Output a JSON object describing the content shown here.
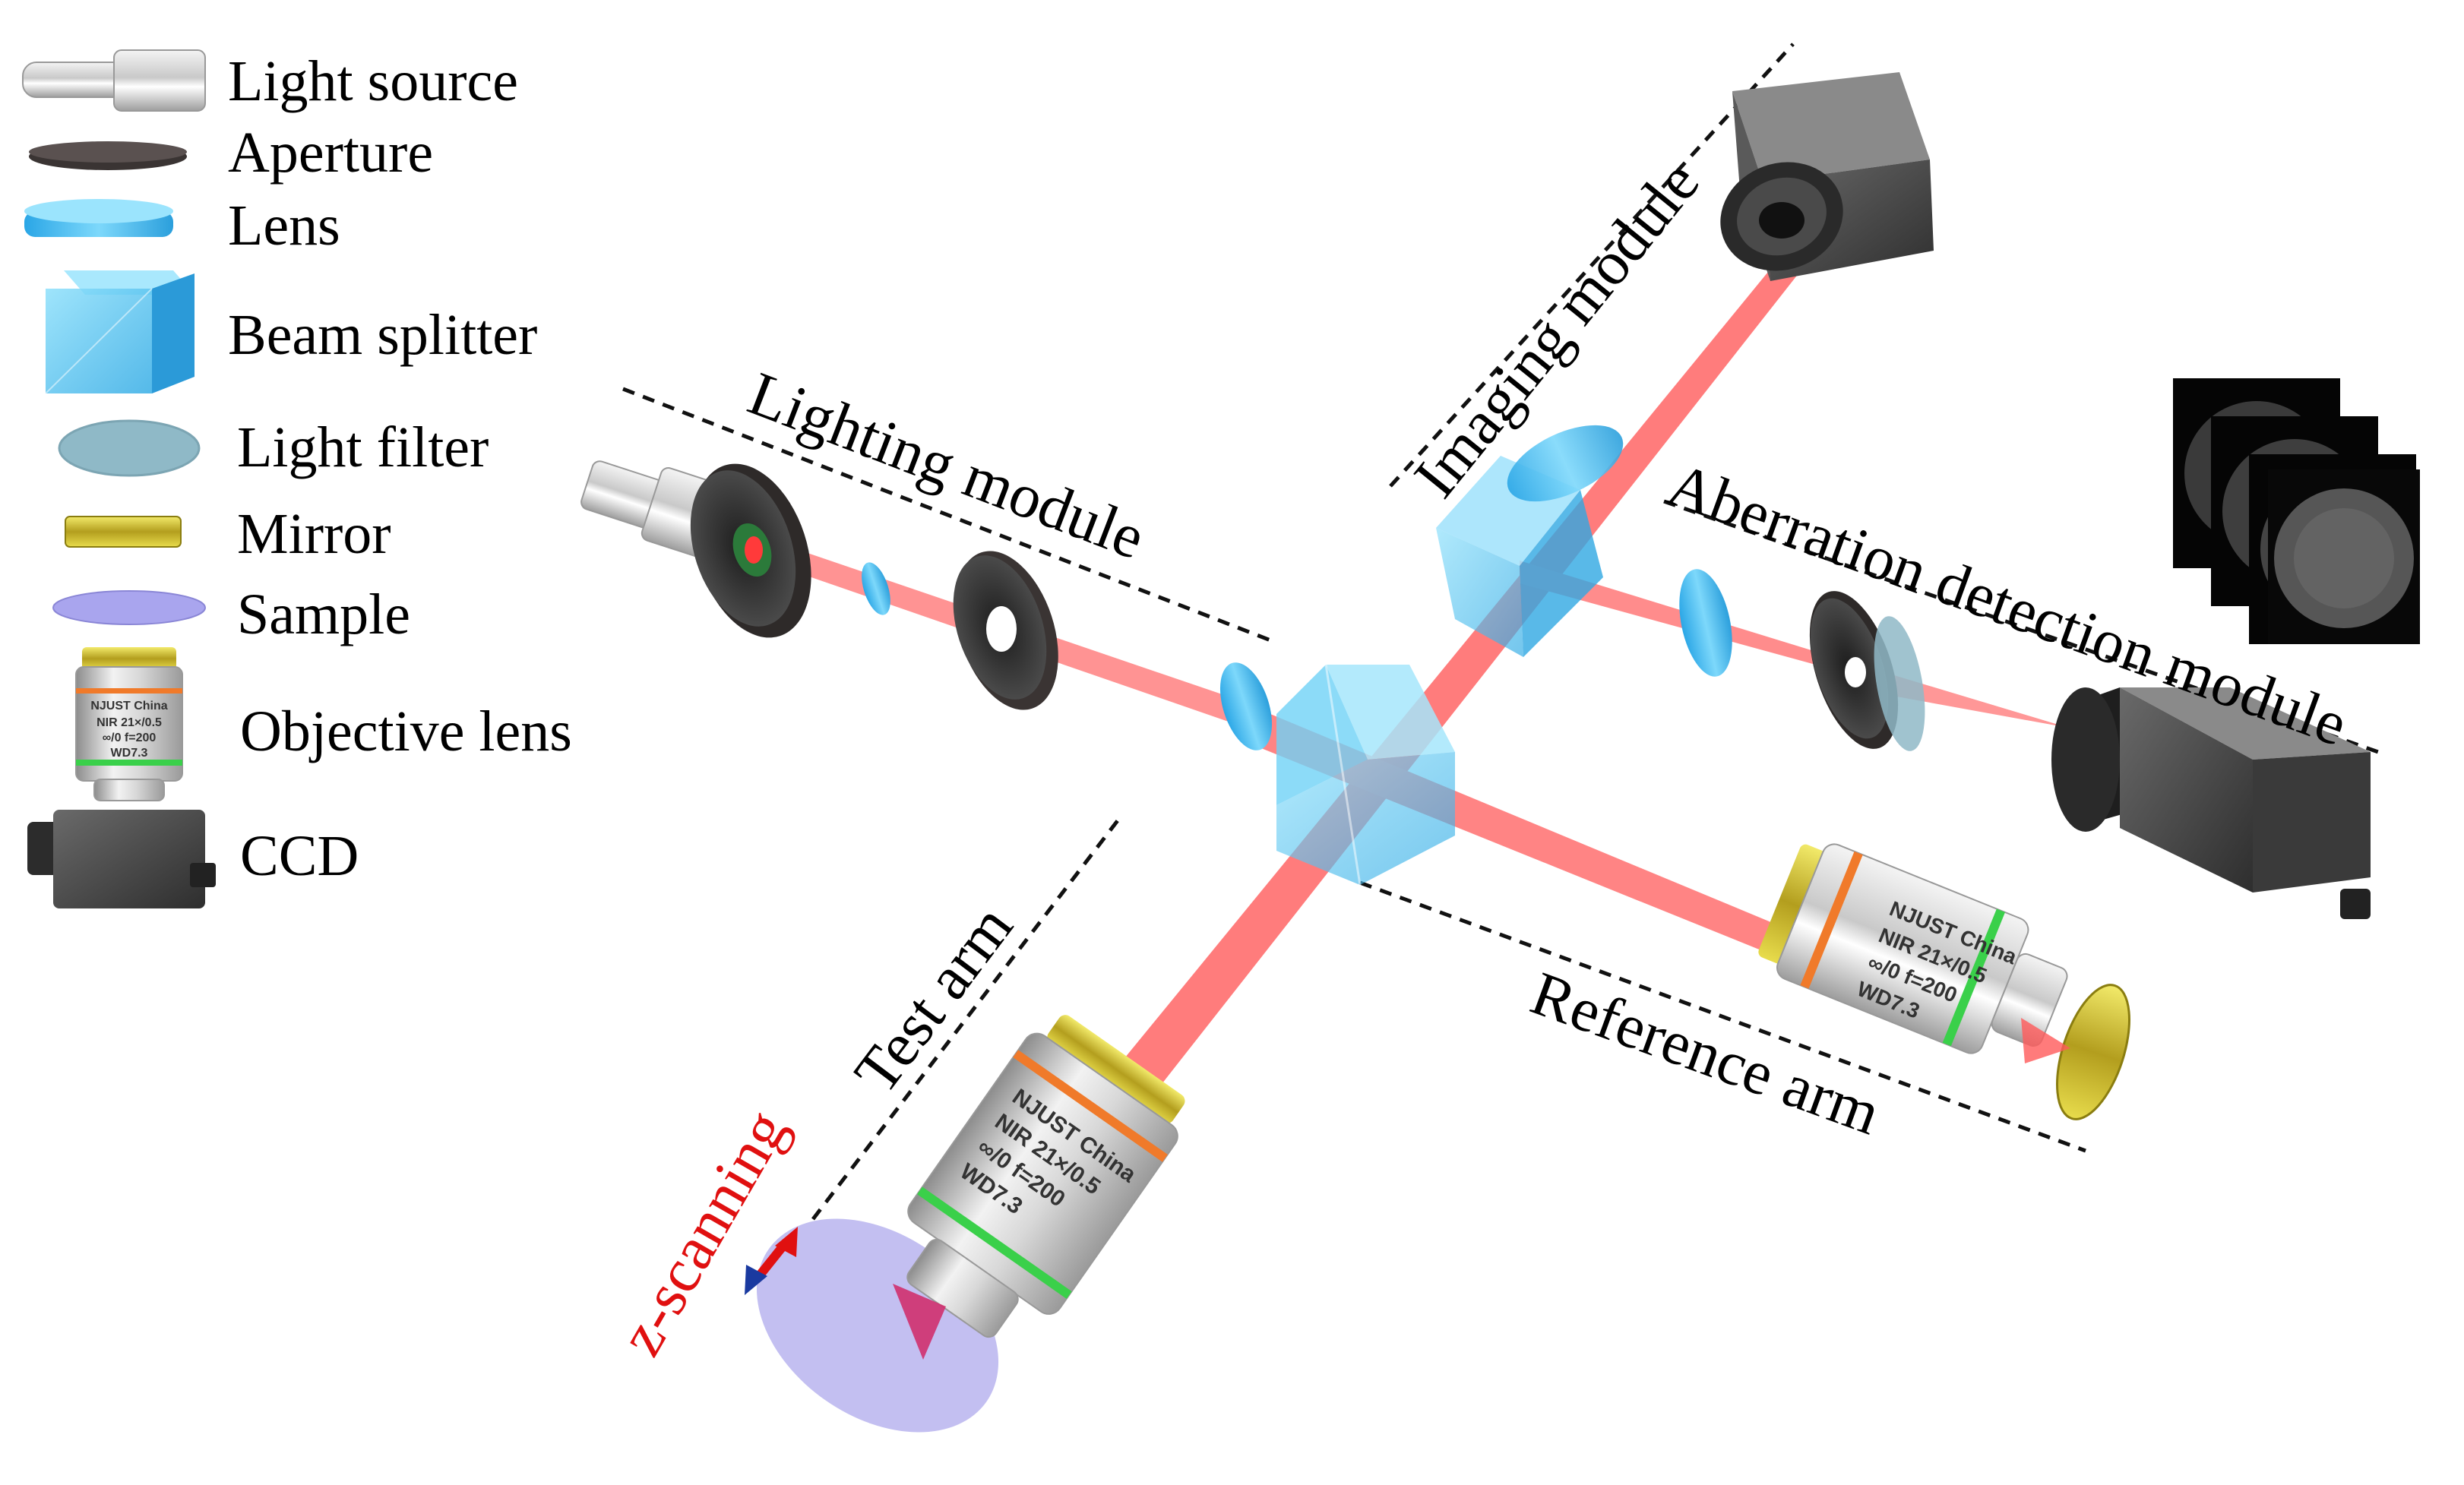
{
  "legend": {
    "items": [
      {
        "key": "light_source",
        "label": "Light source",
        "icon": "light-source-icon"
      },
      {
        "key": "aperture",
        "label": "Aperture",
        "icon": "aperture-icon"
      },
      {
        "key": "lens",
        "label": "Lens",
        "icon": "lens-icon"
      },
      {
        "key": "beam_splitter",
        "label": "Beam splitter",
        "icon": "beam-splitter-icon"
      },
      {
        "key": "light_filter",
        "label": "Light filter",
        "icon": "light-filter-icon"
      },
      {
        "key": "mirror",
        "label": "Mirror",
        "icon": "mirror-icon"
      },
      {
        "key": "sample",
        "label": "Sample",
        "icon": "sample-icon"
      },
      {
        "key": "objective_lens",
        "label": "Objective lens",
        "icon": "objective-lens-icon"
      },
      {
        "key": "ccd",
        "label": "CCD",
        "icon": "ccd-camera-icon"
      }
    ]
  },
  "modules": {
    "lighting": "Lighting module",
    "imaging": "Imaging module",
    "aberration": "Aberration detection module",
    "test_arm": "Test arm",
    "reference_arm": "Reference arm"
  },
  "scan": {
    "label": "z-scanning"
  },
  "objective_engraving": {
    "maker": "NJUST China",
    "spec": "NIR 21×/0.5",
    "focal": "∞/0 f=200",
    "wd": "WD7.3"
  },
  "colors": {
    "beam": "#ff4a4a",
    "lens": "#4cc3f0",
    "beam_splitter": "#5ec8f2",
    "aperture": "#3a3433",
    "mirror": "#c9b83a",
    "sample": "#b9b4ee",
    "scan_text": "#e01010",
    "camera": "#4a4a4a"
  }
}
